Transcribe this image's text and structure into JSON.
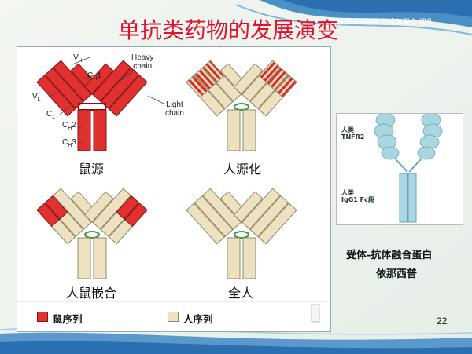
{
  "watermark": "解放军306医院 学术年餐会 课件",
  "title": "单抗类药物的发展演变",
  "labels": {
    "vh": "VH",
    "ch1": "CH1",
    "heavy": "Heavy\nchain",
    "vl": "VL",
    "cl": "CL",
    "ch2": "CH2",
    "ch3": "CH3",
    "light": "Light\nchain"
  },
  "captions": {
    "mouse": "鼠源",
    "humanized": "人源化",
    "chimeric": "人鼠嵌合",
    "human": "全人"
  },
  "legend": {
    "mouse_seq": "鼠序列",
    "human_seq": "人序列"
  },
  "legend_colors": {
    "mouse": "#e03030",
    "human": "#ece2c2"
  },
  "inset": {
    "tnfr2": "人类\nTNFR2",
    "igg1": "人类\nIgG1 Fc段"
  },
  "right_caption": {
    "line1": "受体-抗体融合蛋白",
    "line2": "依那西普"
  },
  "page_number": "22"
}
